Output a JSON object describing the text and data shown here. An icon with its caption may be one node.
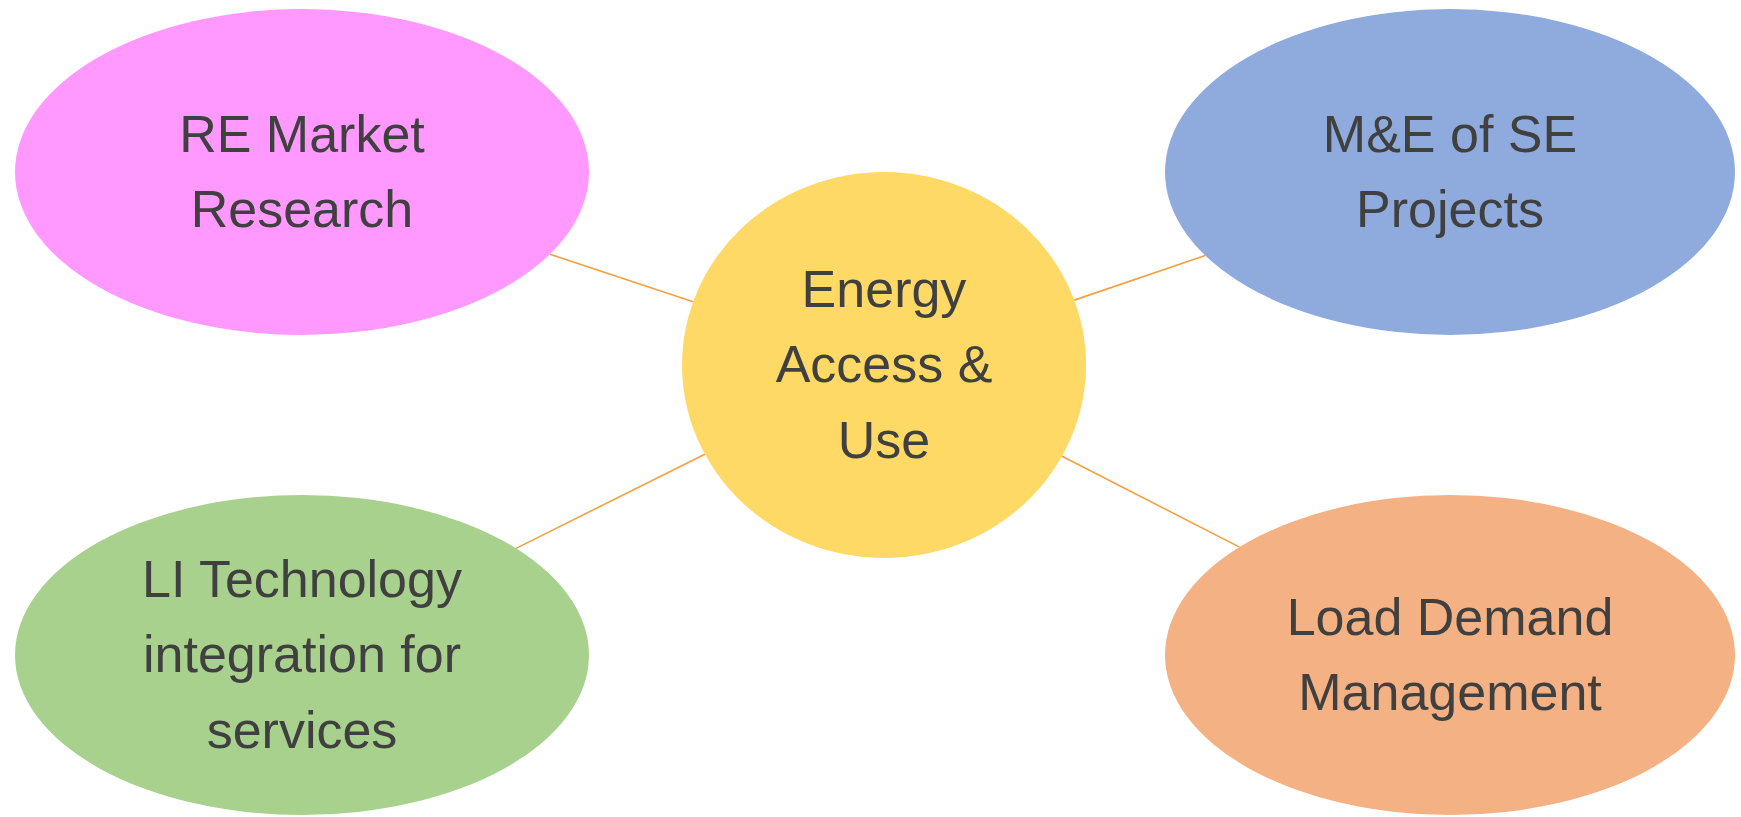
{
  "diagram": {
    "nodes": [
      {
        "text": [
          "RE Market Research"
        ]
      },
      {
        "text": [
          "M&E of SE Projects"
        ]
      },
      {
        "text": [
          "Energy Access & Use"
        ]
      },
      {
        "text": [
          "LI Technology integration for services"
        ]
      },
      {
        "text": [
          "Load Demand Management"
        ]
      }
    ],
    "edges": [
      {
        "from": 2,
        "to": 0,
        "arrow": "none"
      },
      {
        "from": 2,
        "to": 1,
        "arrow": "none"
      },
      {
        "from": 2,
        "to": 3,
        "arrow": "none"
      },
      {
        "from": 2,
        "to": 4,
        "arrow": "none"
      }
    ]
  }
}
